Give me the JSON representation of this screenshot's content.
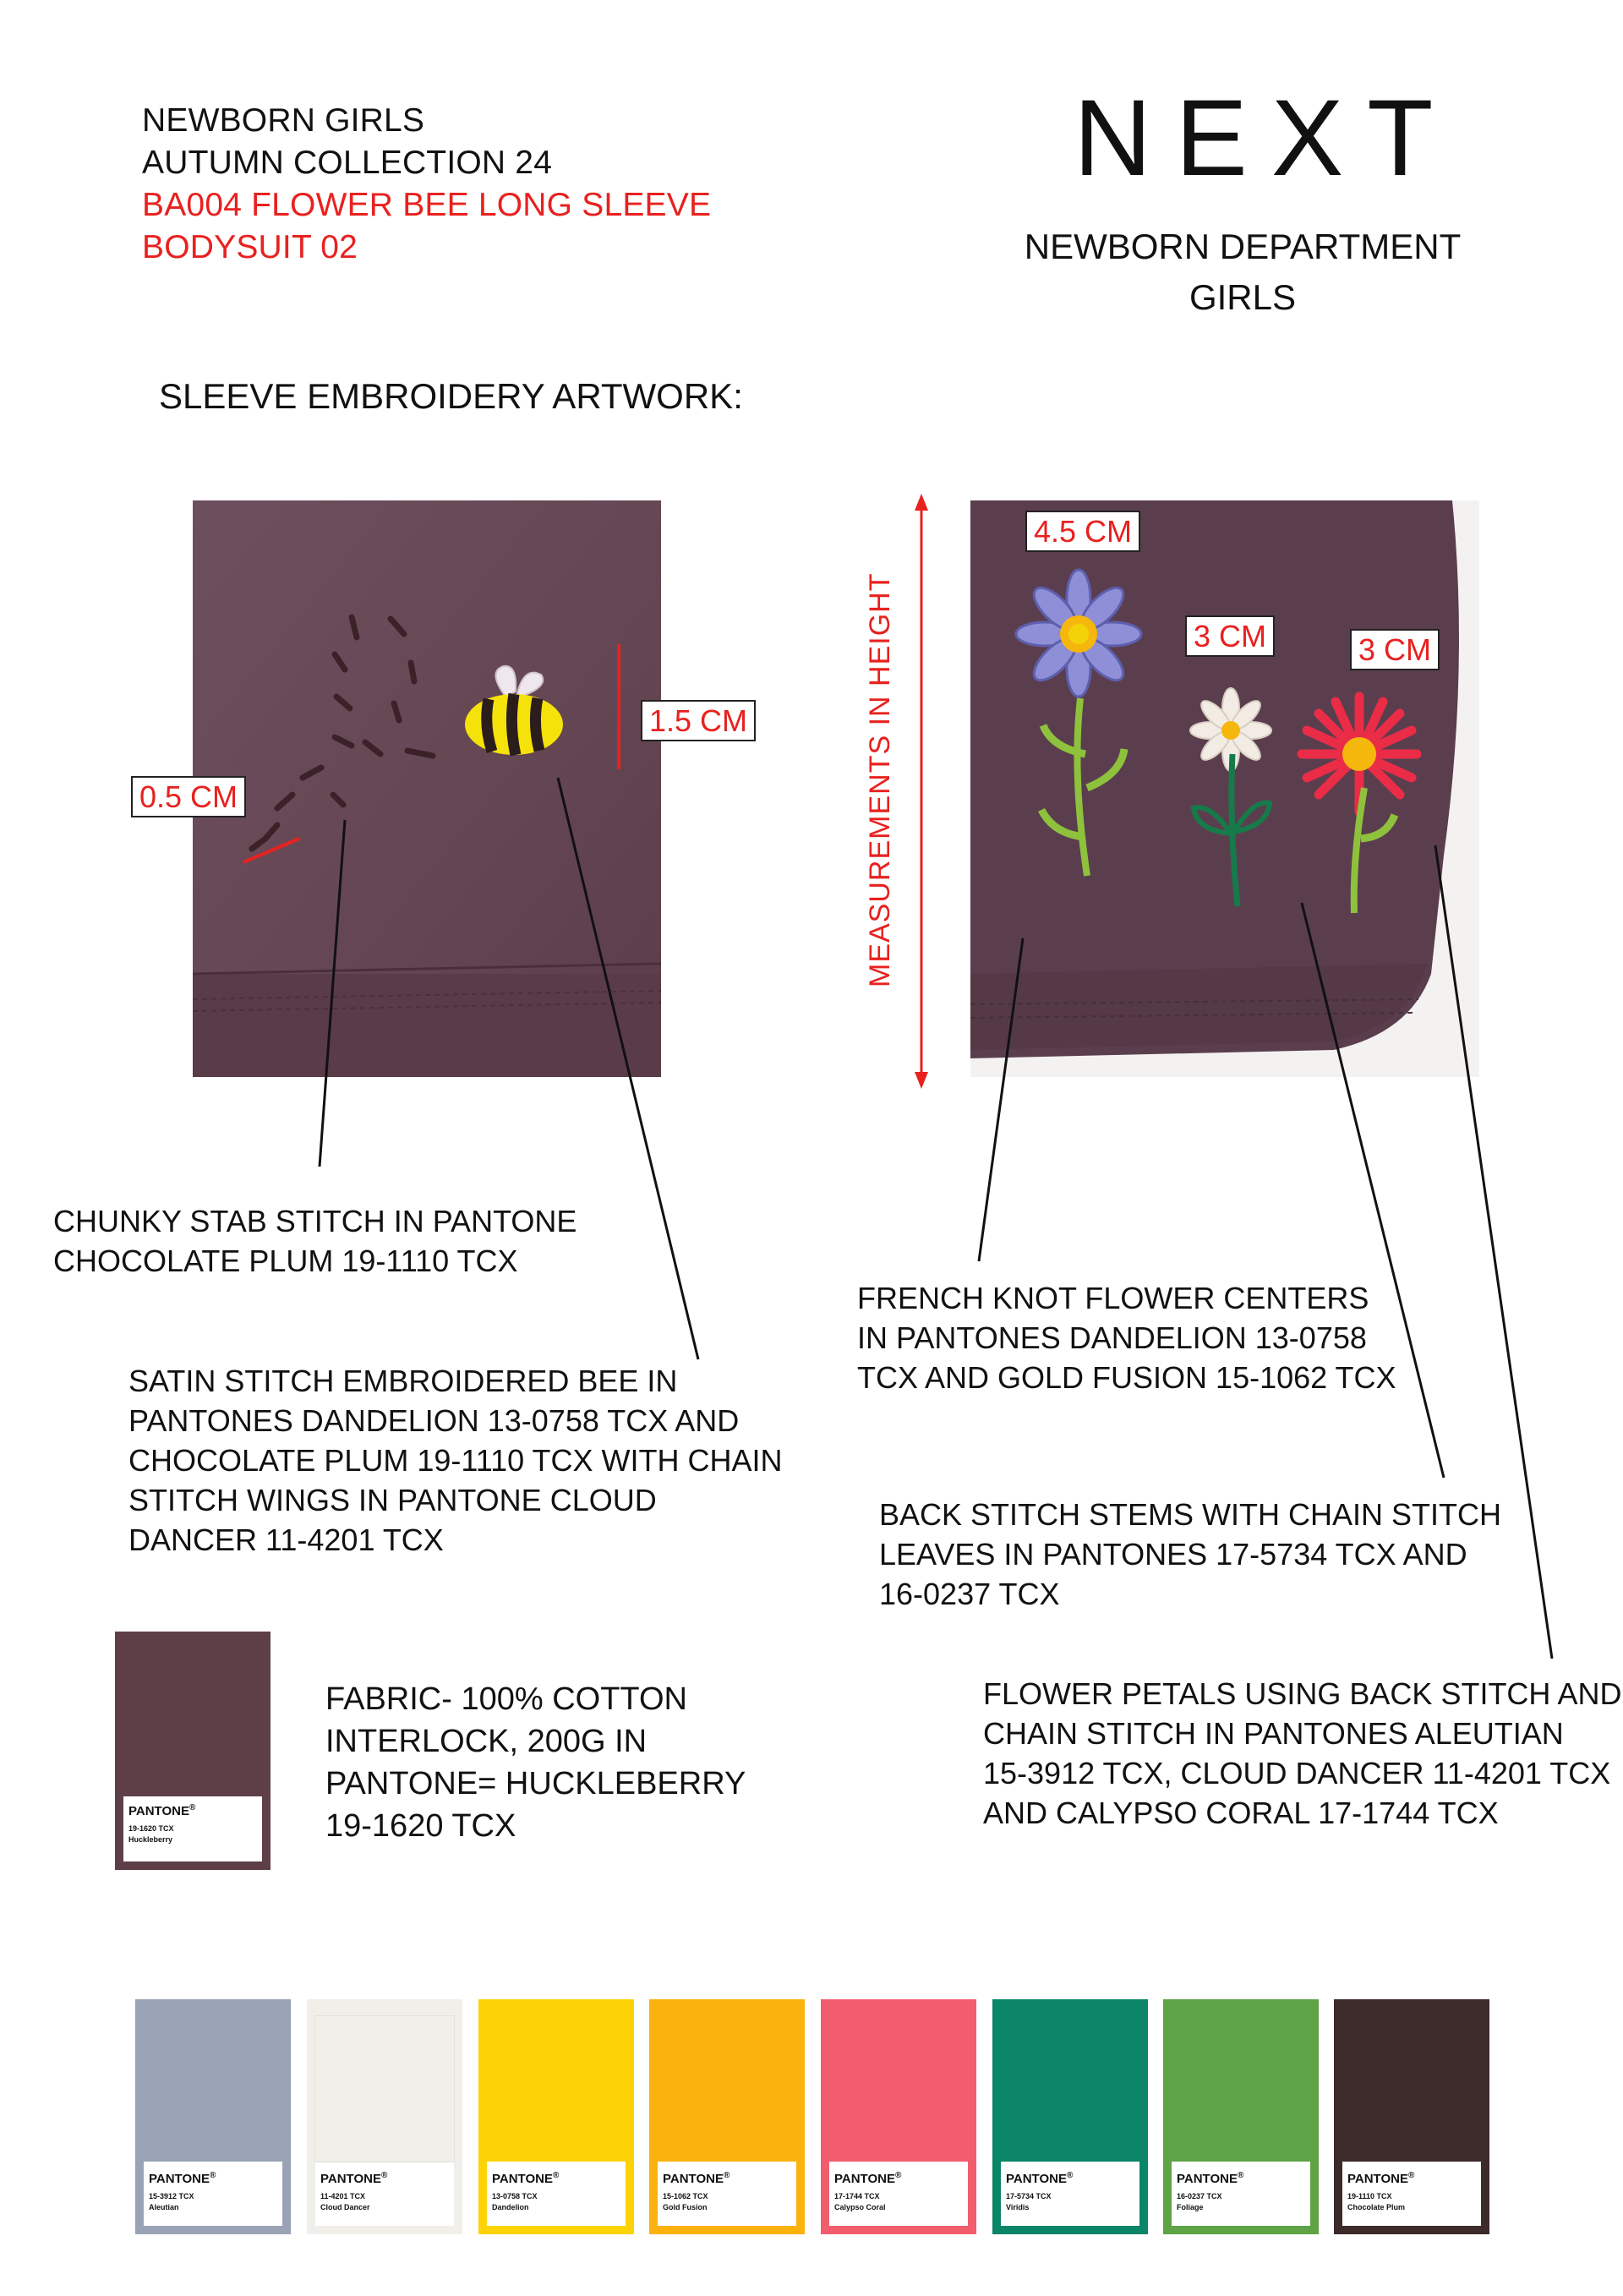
{
  "header": {
    "line1": "NEWBORN GIRLS",
    "line2": "AUTUMN COLLECTION 24",
    "line3": "BA004 FLOWER BEE LONG SLEEVE",
    "line4": "BODYSUIT 02",
    "logo": "NEXT",
    "dept_line1": "NEWBORN DEPARTMENT",
    "dept_line2": "GIRLS"
  },
  "section_title": "SLEEVE EMBROIDERY ARTWORK:",
  "left_photo": {
    "measure_bee": "1.5 CM",
    "measure_stitch": "0.5 CM"
  },
  "right_photo": {
    "vertical_label": "MEASUREMENTS IN HEIGHT",
    "measure_blue_flower": "4.5 CM",
    "measure_white_flower": "3 CM",
    "measure_red_flower": "3 CM"
  },
  "notes": {
    "stab_1": "CHUNKY STAB STITCH IN PANTONE",
    "stab_2": "CHOCOLATE PLUM 19-1110 TCX",
    "bee_1": "SATIN STITCH EMBROIDERED BEE IN",
    "bee_2": "PANTONES DANDELION 13-0758 TCX AND",
    "bee_3": "CHOCOLATE PLUM 19-1110 TCX WITH CHAIN",
    "bee_4": "STITCH WINGS IN PANTONE CLOUD",
    "bee_5": "DANCER 11-4201 TCX",
    "knot_1": "FRENCH KNOT FLOWER CENTERS",
    "knot_2": "IN PANTONES DANDELION 13-0758",
    "knot_3": "TCX AND GOLD FUSION 15-1062 TCX",
    "stem_1": "BACK STITCH STEMS WITH CHAIN STITCH",
    "stem_2": "LEAVES IN PANTONES 17-5734 TCX AND",
    "stem_3": "16-0237 TCX",
    "petal_1": "FLOWER PETALS USING BACK STITCH AND",
    "petal_2": "CHAIN STITCH IN PANTONES ALEUTIAN",
    "petal_3": "15-3912 TCX, CLOUD DANCER 11-4201 TCX",
    "petal_4": "AND CALYPSO CORAL 17-1744 TCX"
  },
  "fabric": {
    "line1": "FABRIC- 100% COTTON",
    "line2": "INTERLOCK, 200G IN",
    "line3": "PANTONE= HUCKLEBERRY",
    "line4": "19-1620 TCX",
    "swatch": {
      "brand": "PANTONE",
      "code": "19-1620 TCX",
      "name": "Huckleberry",
      "color": "#5e3f47"
    }
  },
  "palette": [
    {
      "brand": "PANTONE",
      "code": "15-3912 TCX",
      "name": "Aleutian",
      "color": "#9aa3b5"
    },
    {
      "brand": "PANTONE",
      "code": "11-4201 TCX",
      "name": "Cloud Dancer",
      "color": "#f0efea"
    },
    {
      "brand": "PANTONE",
      "code": "13-0758 TCX",
      "name": "Dandelion",
      "color": "#fdd305"
    },
    {
      "brand": "PANTONE",
      "code": "15-1062 TCX",
      "name": "Gold Fusion",
      "color": "#fcb20c"
    },
    {
      "brand": "PANTONE",
      "code": "17-1744 TCX",
      "name": "Calypso Coral",
      "color": "#f25d6e"
    },
    {
      "brand": "PANTONE",
      "code": "17-5734 TCX",
      "name": "Viridis",
      "color": "#0a8567"
    },
    {
      "brand": "PANTONE",
      "code": "16-0237 TCX",
      "name": "Foliage",
      "color": "#5ea346"
    },
    {
      "brand": "PANTONE",
      "code": "19-1110 TCX",
      "name": "Chocolate Plum",
      "color": "#3d2a2b"
    }
  ]
}
